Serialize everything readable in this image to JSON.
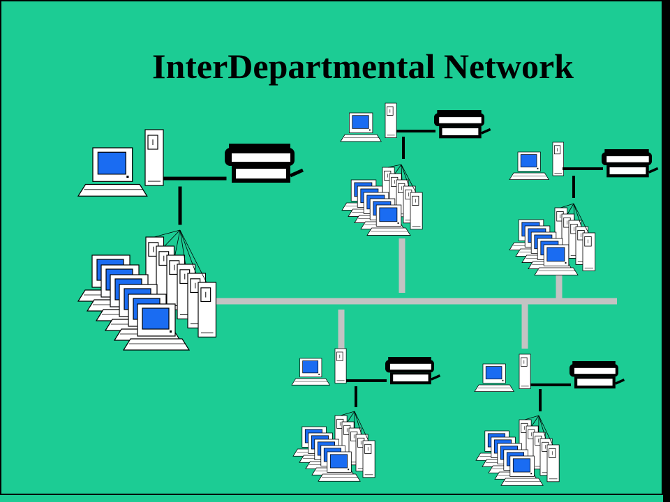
{
  "slide": {
    "title": "InterDepartmental Network"
  },
  "colors": {
    "background": "#1ccc94",
    "screen": "#1a6cf2",
    "backbone": "#c3c3c3",
    "cable": "#000000",
    "device_fill": "#ffffff"
  },
  "diagram": {
    "departments": [
      {
        "name": "department-left",
        "workstations": 6,
        "printer": true
      },
      {
        "name": "department-top-center",
        "workstations": 5,
        "printer": true
      },
      {
        "name": "department-top-right",
        "workstations": 5,
        "printer": true
      },
      {
        "name": "department-bottom-center",
        "workstations": 5,
        "printer": true
      },
      {
        "name": "department-bottom-right",
        "workstations": 5,
        "printer": true
      }
    ],
    "backbone": {
      "connected_departments": [
        "department-top-center",
        "department-top-right",
        "department-bottom-center",
        "department-bottom-right"
      ]
    },
    "icons": [
      "server-tower-icon",
      "monitor-icon",
      "keyboard-icon",
      "printer-icon",
      "network-cable-icon"
    ]
  }
}
